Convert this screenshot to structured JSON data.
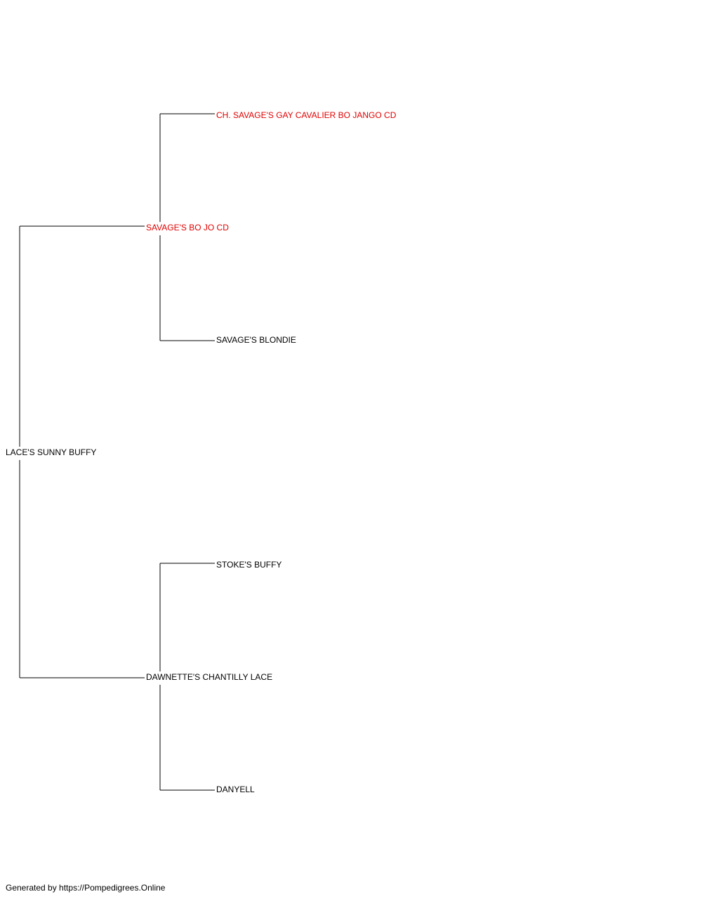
{
  "pedigree": {
    "subject": {
      "name": "LACE'S SUNNY BUFFY"
    },
    "sire": {
      "name": "SAVAGE'S BO JO CD"
    },
    "dam": {
      "name": "DAWNETTE'S CHANTILLY LACE"
    },
    "sire_sire": {
      "name": "CH. SAVAGE'S GAY CAVALIER BO JANGO CD"
    },
    "sire_dam": {
      "name": "SAVAGE'S BLONDIE"
    },
    "dam_sire": {
      "name": "STOKE'S BUFFY"
    },
    "dam_dam": {
      "name": "DANYELL"
    }
  },
  "colors": {
    "highlight": "#e00000",
    "normal": "#000000",
    "connector": "#000000"
  },
  "footer": {
    "text": "Generated by https://Pompedigrees.Online"
  }
}
